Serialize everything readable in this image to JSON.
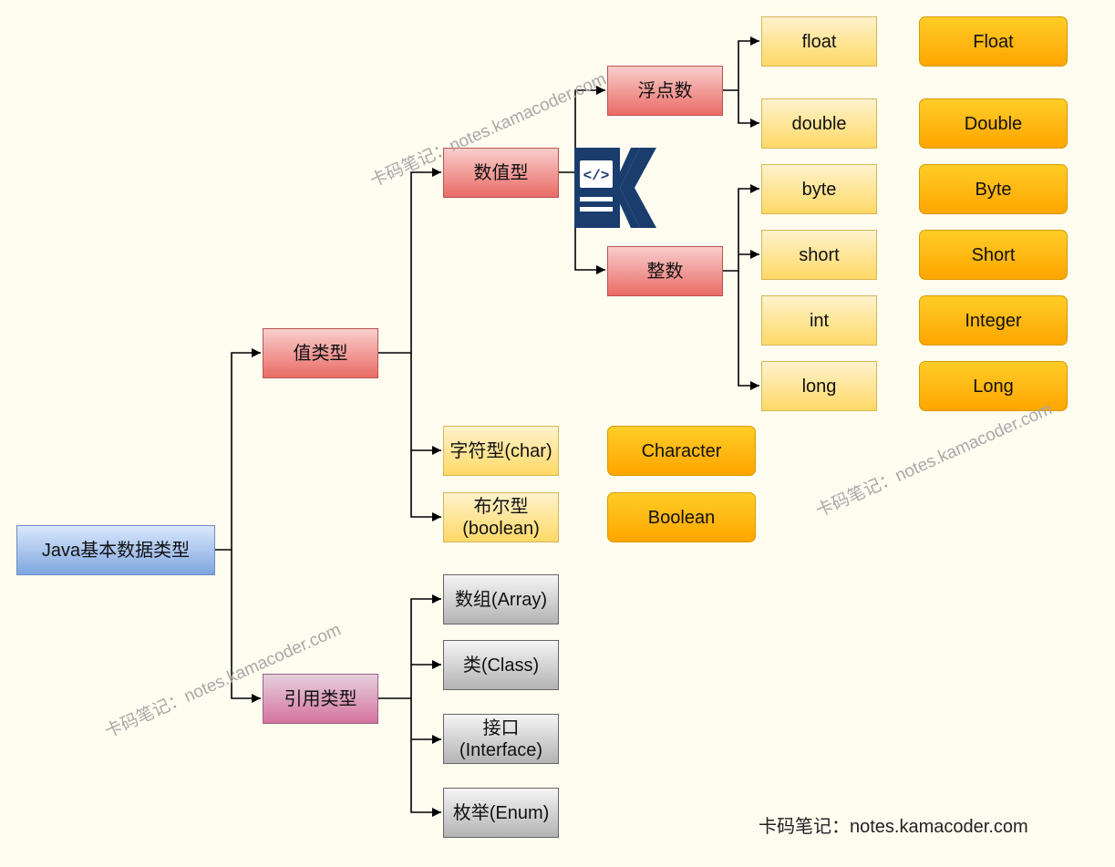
{
  "nodes": {
    "root": "Java基本数据类型",
    "value_type": "值类型",
    "ref_type": "引用类型",
    "numeric": "数值型",
    "char": "字符型(char)",
    "boolean": "布尔型\n(boolean)",
    "floating": "浮点数",
    "integer": "整数",
    "float": "float",
    "double": "double",
    "byte": "byte",
    "short": "short",
    "int": "int",
    "long": "long",
    "array": "数组(Array)",
    "class": "类(Class)",
    "interface": "接口\n(Interface)",
    "enum": "枚举(Enum)"
  },
  "wrappers": {
    "Float": "Float",
    "Double": "Double",
    "Byte": "Byte",
    "Short": "Short",
    "Integer": "Integer",
    "Long": "Long",
    "Character": "Character",
    "Boolean": "Boolean"
  },
  "watermark": "卡码笔记：notes.kamacoder.com",
  "footer": "卡码笔记：notes.kamacoder.com",
  "colors": {
    "root": "#7ea6e0",
    "value_branch": "#ea6b66",
    "ref_branch": "#d5739d",
    "primitive": "#ffd966",
    "wrapper": "#ffa500",
    "reference": "#b3b3b3",
    "logo": "#1a3d6e"
  },
  "logo_icon": "kamacoder-logo-icon"
}
